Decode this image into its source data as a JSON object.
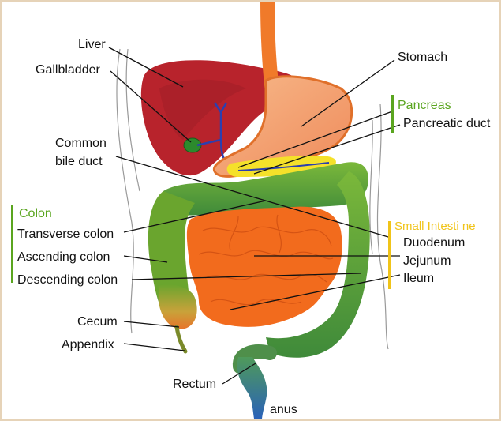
{
  "labels": {
    "liver": "Liver",
    "gallbladder": "Gallbladder",
    "stomach": "Stomach",
    "pancreas": "Pancreas",
    "pancreatic_duct": "Pancreatic duct",
    "common_bile_duct_1": "Common",
    "common_bile_duct_2": "bile duct",
    "colon": "Colon",
    "transverse_colon": "Transverse colon",
    "ascending_colon": "Ascending colon",
    "descending_colon": "Descending colon",
    "small_intestine": "Small Intesti ne",
    "duodenum": "Duodenum",
    "jejunum": "Jejunum",
    "ileum": "Ileum",
    "cecum": "Cecum",
    "appendix": "Appendix",
    "rectum": "Rectum",
    "anus": "anus"
  },
  "colors": {
    "liver": "#b8232c",
    "stomach": "#f4a070",
    "esophagus": "#f07a2a",
    "colon": "#6aa52e",
    "small_intestine": "#f26b1d",
    "pancreas": "#f5e12a",
    "bile_duct": "#2b3fb0",
    "rectum": "#3a7fb5",
    "group_green": "#5aa51f",
    "group_yellow": "#f0c419"
  }
}
